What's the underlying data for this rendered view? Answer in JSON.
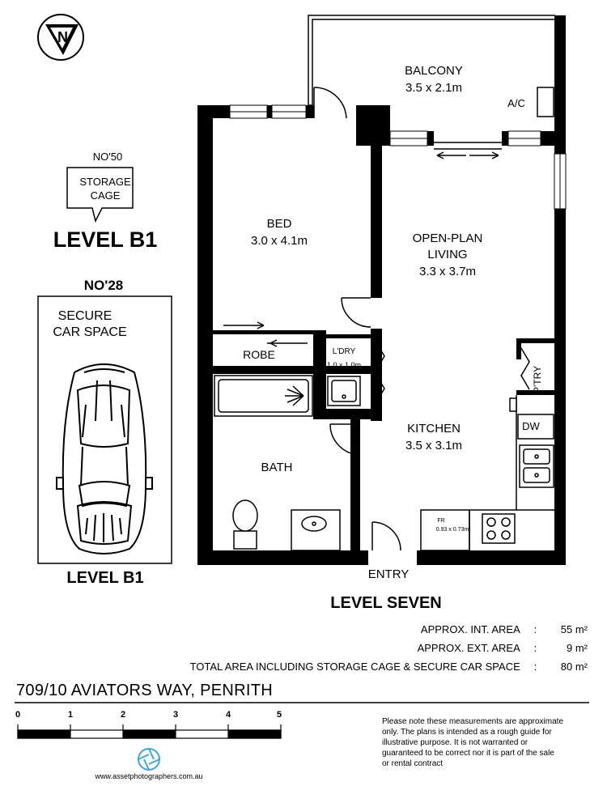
{
  "rooms": {
    "balcony_name": "BALCONY",
    "balcony_dims": "3.5 x 2.1m",
    "ac": "A/C",
    "bed_name": "BED",
    "bed_dims": "3.0 x 4.1m",
    "living_name1": "OPEN-PLAN",
    "living_name2": "LIVING",
    "living_dims": "3.3 x 3.7m",
    "robe": "ROBE",
    "ldry_name": "L'DRY",
    "ldry_dims": "1.0 x 1.0m",
    "ptry": "P'TRY",
    "dw": "DW",
    "kitchen_name": "KITCHEN",
    "kitchen_dims": "3.5 x 3.1m",
    "bath": "BATH",
    "fr_name": "FR",
    "fr_dims": "0.93 x 0.73m",
    "entry": "ENTRY"
  },
  "storage": {
    "number": "NO'50",
    "line1": "STORAGE",
    "line2": "CAGE",
    "level": "LEVEL B1"
  },
  "parking": {
    "number": "NO'28",
    "line1": "SECURE",
    "line2": "CAR SPACE",
    "level": "LEVEL B1"
  },
  "level_title": "LEVEL SEVEN",
  "areas": [
    {
      "label": "APPROX. INT. AREA",
      "sep": ":",
      "value": "55 m²"
    },
    {
      "label": "APPROX. EXT. AREA",
      "sep": ":",
      "value": "9 m²"
    },
    {
      "label": "TOTAL AREA INCLUDING STORAGE CAGE & SECURE CAR SPACE",
      "sep": ":",
      "value": "80 m²"
    }
  ],
  "address": "709/10 AVIATORS WAY, PENRITH",
  "scale": {
    "ticks": [
      "0",
      "1",
      "2",
      "3",
      "4",
      "5"
    ]
  },
  "disclaimer": [
    "Please note these measurements are approximate",
    "only. The plans is intended as a rough guide for",
    "illustrative purpose. It is not warranted or",
    "guaranteed to be correct nor it is part of the sale",
    "or rental contract"
  ],
  "website": "www.assetphotographers.com.au",
  "north_label": "N",
  "colors": {
    "wall": "#000000",
    "background": "#ffffff"
  }
}
